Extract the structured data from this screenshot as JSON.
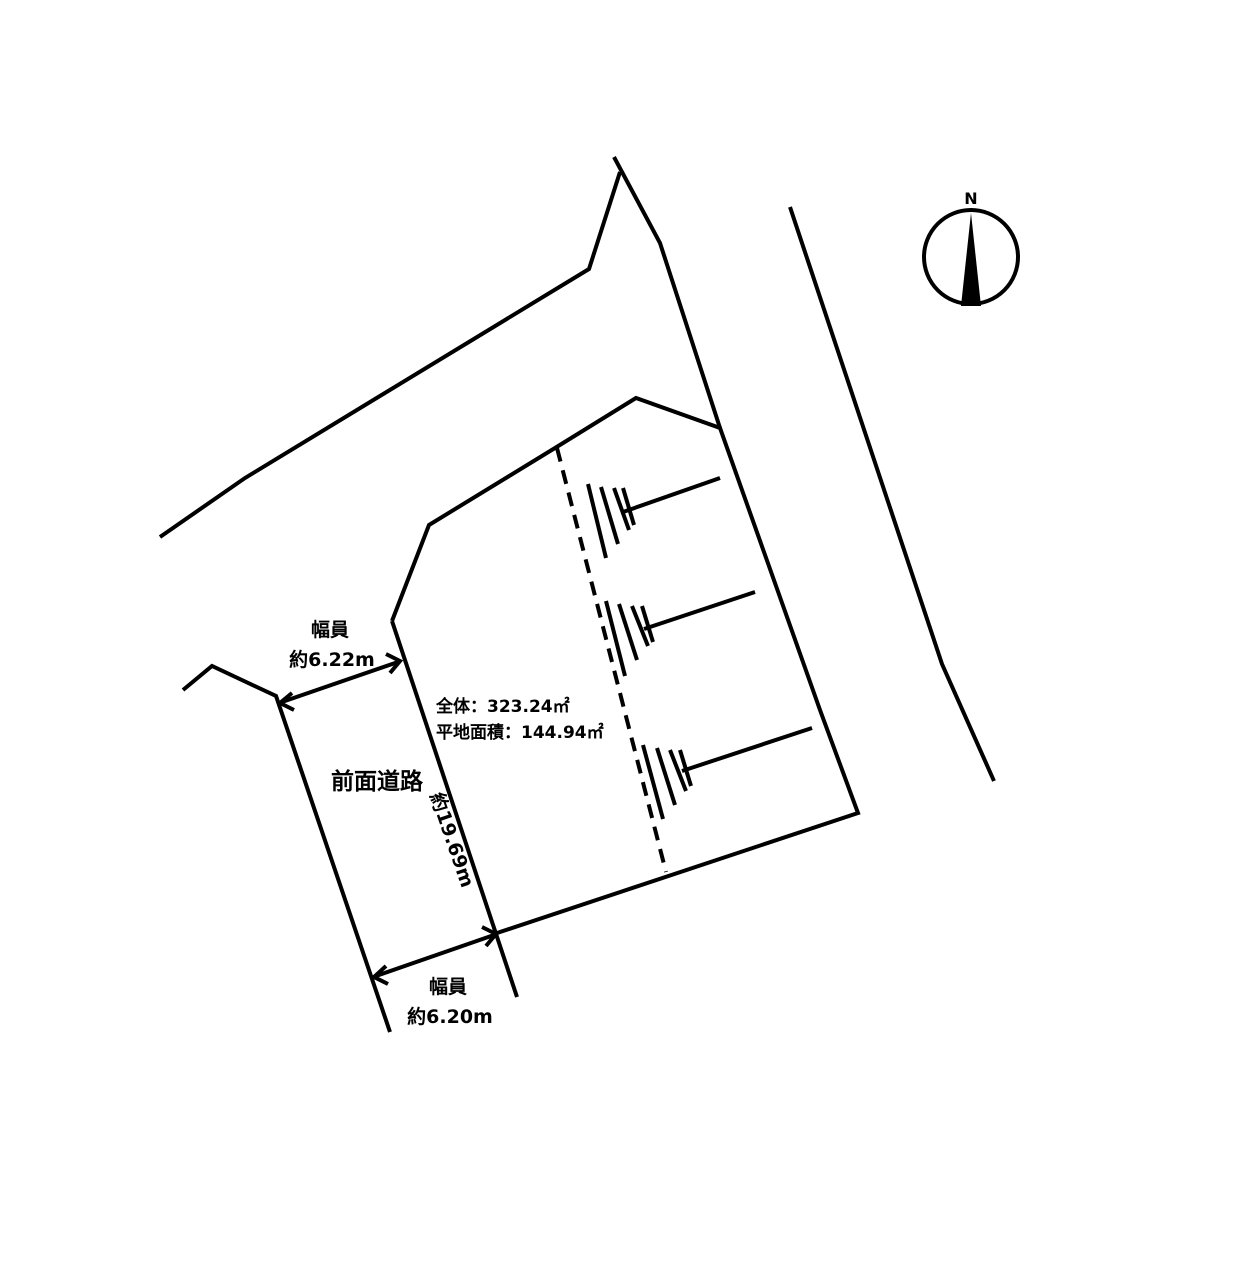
{
  "compass": {
    "label": "N"
  },
  "road": {
    "name": "前面道路",
    "width_top_label": "幅員",
    "width_top_value": "約6.22m",
    "width_bottom_label": "幅員",
    "width_bottom_value": "約6.20m",
    "frontage": "約19.69m"
  },
  "area": {
    "total": "全体：323.24㎡",
    "flat": "平地面積：144.94㎡"
  },
  "colors": {
    "ink": "#000000",
    "background": "#ffffff"
  }
}
